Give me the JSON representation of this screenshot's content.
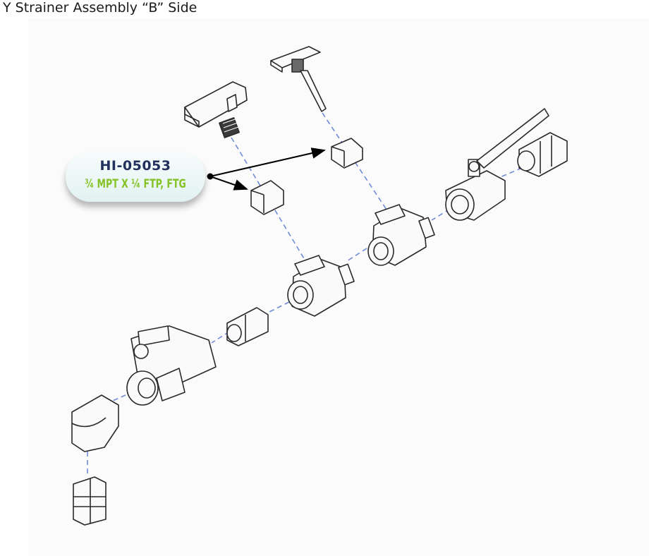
{
  "title": "Y Strainer Assembly “B” Side",
  "callout": {
    "part_number": "HI-05053",
    "description": "¾ MPT X ¼ FTP, FTG"
  },
  "colors": {
    "line_art": "#2a2a2a",
    "centerline": "#6f8bd6",
    "part_number": "#22305c",
    "description": "#84c225",
    "callout_bg": "#e8f5f4"
  }
}
